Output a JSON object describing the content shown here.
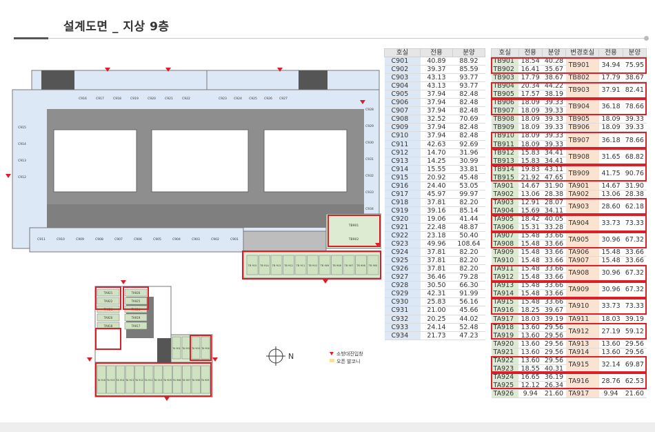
{
  "page": {
    "title": "설계도면 _ 지상 9층"
  },
  "legend": {
    "entrance": "소방대진입창",
    "balcony": "오픈 발코니"
  },
  "compass": {
    "label": "N"
  },
  "table_c": {
    "headers": [
      "호실",
      "전용",
      "분양"
    ],
    "rows": [
      [
        "C901",
        "40.89",
        "88.92"
      ],
      [
        "C902",
        "39.37",
        "85.59"
      ],
      [
        "C903",
        "43.13",
        "93.77"
      ],
      [
        "C904",
        "43.13",
        "93.77"
      ],
      [
        "C905",
        "37.94",
        "82.48"
      ],
      [
        "C906",
        "37.94",
        "82.48"
      ],
      [
        "C907",
        "37.94",
        "82.48"
      ],
      [
        "C908",
        "32.52",
        "70.69"
      ],
      [
        "C909",
        "37.94",
        "82.48"
      ],
      [
        "C910",
        "37.94",
        "82.48"
      ],
      [
        "C911",
        "42.63",
        "92.69"
      ],
      [
        "C912",
        "14.70",
        "31.96"
      ],
      [
        "C913",
        "14.25",
        "30.99"
      ],
      [
        "C914",
        "15.55",
        "33.81"
      ],
      [
        "C915",
        "20.92",
        "45.48"
      ],
      [
        "C916",
        "24.40",
        "53.05"
      ],
      [
        "C917",
        "45.97",
        "99.97"
      ],
      [
        "C918",
        "37.81",
        "82.20"
      ],
      [
        "C919",
        "39.16",
        "85.14"
      ],
      [
        "C920",
        "19.06",
        "41.44"
      ],
      [
        "C921",
        "22.48",
        "48.87"
      ],
      [
        "C922",
        "23.18",
        "50.40"
      ],
      [
        "C923",
        "49.96",
        "108.64"
      ],
      [
        "C924",
        "37.81",
        "82.20"
      ],
      [
        "C925",
        "37.81",
        "82.20"
      ],
      [
        "C926",
        "37.81",
        "82.20"
      ],
      [
        "C927",
        "36.46",
        "79.28"
      ],
      [
        "C928",
        "30.50",
        "66.30"
      ],
      [
        "C929",
        "42.31",
        "91.99"
      ],
      [
        "C930",
        "25.83",
        "56.16"
      ],
      [
        "C931",
        "21.00",
        "45.66"
      ],
      [
        "C932",
        "20.25",
        "44.02"
      ],
      [
        "C933",
        "24.14",
        "52.48"
      ],
      [
        "C934",
        "21.73",
        "47.23"
      ]
    ]
  },
  "table_t": {
    "headers": [
      "호실",
      "전용",
      "분양",
      "변경호실",
      "전용",
      "분양"
    ],
    "rows": [
      [
        "TB901",
        "18.54",
        "40.28"
      ],
      [
        "TB902",
        "16.41",
        "35.67"
      ],
      [
        "TB903",
        "17.79",
        "38.67"
      ],
      [
        "TB904",
        "20.34",
        "44.22"
      ],
      [
        "TB905",
        "17.57",
        "38.19"
      ],
      [
        "TB906",
        "18.09",
        "39.33"
      ],
      [
        "TB907",
        "18.09",
        "39.33"
      ],
      [
        "TB908",
        "18.09",
        "39.33"
      ],
      [
        "TB909",
        "18.09",
        "39.33"
      ],
      [
        "TB910",
        "18.09",
        "39.33"
      ],
      [
        "TB911",
        "18.09",
        "39.33"
      ],
      [
        "TB912",
        "15.83",
        "34.41"
      ],
      [
        "TB913",
        "15.83",
        "34.41"
      ],
      [
        "TB914",
        "19.83",
        "43.11"
      ],
      [
        "TB915",
        "21.92",
        "47.65"
      ],
      [
        "TA901",
        "14.67",
        "31.90"
      ],
      [
        "TA902",
        "13.06",
        "28.38"
      ],
      [
        "TA903",
        "12.91",
        "28.07"
      ],
      [
        "TA904",
        "15.69",
        "34.11"
      ],
      [
        "TA905",
        "18.42",
        "40.05"
      ],
      [
        "TA906",
        "15.31",
        "33.28"
      ],
      [
        "TA907",
        "15.48",
        "33.66"
      ],
      [
        "TA908",
        "15.48",
        "33.66"
      ],
      [
        "TA909",
        "15.48",
        "33.66"
      ],
      [
        "TA910",
        "15.48",
        "33.66"
      ],
      [
        "TA911",
        "15.48",
        "33.66"
      ],
      [
        "TA912",
        "15.48",
        "33.66"
      ],
      [
        "TA913",
        "15.48",
        "33.66"
      ],
      [
        "TA914",
        "15.48",
        "33.66"
      ],
      [
        "TA915",
        "15.48",
        "33.66"
      ],
      [
        "TA916",
        "18.25",
        "39.67"
      ],
      [
        "TA917",
        "18.03",
        "39.19"
      ],
      [
        "TA918",
        "13.60",
        "29.56"
      ],
      [
        "TA919",
        "13.60",
        "29.56"
      ],
      [
        "TA920",
        "13.60",
        "29.56"
      ],
      [
        "TA921",
        "13.60",
        "29.56"
      ],
      [
        "TA922",
        "13.60",
        "29.56"
      ],
      [
        "TA923",
        "18.55",
        "40.31"
      ],
      [
        "TA924",
        "16.65",
        "36.19"
      ],
      [
        "TA925",
        "12.12",
        "26.34"
      ],
      [
        "TA926",
        "9.94",
        "21.60"
      ]
    ],
    "merged": [
      [
        "TB901",
        "34.94",
        "75.95"
      ],
      [
        "TB802",
        "17.79",
        "38.67"
      ],
      [
        "TB903",
        "37.91",
        "82.41"
      ],
      [
        "TB904",
        "36.18",
        "78.66"
      ],
      [
        "TB905",
        "18.09",
        "39.33"
      ],
      [
        "TB906",
        "18.09",
        "39.33"
      ],
      [
        "TB907",
        "36.18",
        "78.66"
      ],
      [
        "TB908",
        "31.65",
        "68.82"
      ],
      [
        "TB909",
        "41.75",
        "90.76"
      ],
      [
        "TA901",
        "14.67",
        "31.90"
      ],
      [
        "TA902",
        "13.06",
        "28.38"
      ],
      [
        "TA903",
        "28.60",
        "62.18"
      ],
      [
        "TA904",
        "33.73",
        "73.33"
      ],
      [
        "TA905",
        "30.96",
        "67.32"
      ],
      [
        "TA906",
        "15.48",
        "33.66"
      ],
      [
        "TA907",
        "15.48",
        "33.66"
      ],
      [
        "TA908",
        "30.96",
        "67.32"
      ],
      [
        "TA909",
        "30.96",
        "67.32"
      ],
      [
        "TA910",
        "33.73",
        "73.33"
      ],
      [
        "TA911",
        "18.03",
        "39.19"
      ],
      [
        "TA912",
        "27.19",
        "59.12"
      ],
      [
        "TA913",
        "13.60",
        "29.56"
      ],
      [
        "TA914",
        "13.60",
        "29.56"
      ],
      [
        "TA915",
        "32.14",
        "69.87"
      ],
      [
        "TA916",
        "28.76",
        "62.53"
      ],
      [
        "TA917",
        "9.94",
        "21.60"
      ]
    ],
    "spans": [
      2,
      1,
      2,
      2,
      1,
      1,
      2,
      2,
      2,
      1,
      1,
      2,
      2,
      2,
      1,
      1,
      2,
      2,
      2,
      1,
      2,
      1,
      1,
      2,
      2,
      1
    ]
  },
  "plan": {
    "top_units": [
      "C916",
      "C917",
      "C918",
      "C919",
      "C920",
      "C921",
      "C922",
      "C923",
      "C924",
      "C925",
      "C926",
      "C927",
      "C928",
      "C929"
    ],
    "top_left_labels": [
      "C916",
      "C917",
      "C918",
      "C919",
      "C920",
      "C921",
      "C922"
    ],
    "top_right_labels": [
      "C923",
      "C924",
      "C925",
      "C926",
      "C927"
    ],
    "right_labels": [
      "C928",
      "C929",
      "C930",
      "C931",
      "C932",
      "C933",
      "C934"
    ],
    "left_labels": [
      "C915",
      "C914",
      "C913",
      "C912"
    ],
    "bottom_labels": [
      "C911",
      "C910",
      "C909",
      "C908",
      "C907",
      "C906",
      "C905",
      "C904",
      "C903",
      "C902",
      "C901"
    ],
    "tb_right": [
      "TB901",
      "TB902"
    ],
    "tb_bottom": [
      "TB 915",
      "TB 914",
      "TB 913",
      "TB 912",
      "TB 911",
      "TB 910",
      "TB 909",
      "TB 908",
      "TB 907",
      "TB 906",
      "TB 905"
    ],
    "ta_left_pairs": [
      "TA921",
      "TA926",
      "TA922",
      "TA925",
      "TA923",
      "TA924",
      "TA920",
      "TA919",
      "TA918",
      "TA917"
    ],
    "ta_mid": [
      "TA 901",
      "TA 902",
      "TA 903",
      "TA 904"
    ],
    "ta_bottom": [
      "TA 916",
      "TA 915",
      "TA 914",
      "TA 913",
      "TA 912",
      "TA 911",
      "TA 910",
      "TA 909",
      "TA 908",
      "TA 907",
      "TA 906",
      "TA 905"
    ]
  },
  "colors": {
    "accent": "#d9202a",
    "unit_blue": "#dce8f5",
    "unit_green": "#dcebd2",
    "merged_orange": "#fbe3d2",
    "corridor": "#8e8e8e"
  }
}
